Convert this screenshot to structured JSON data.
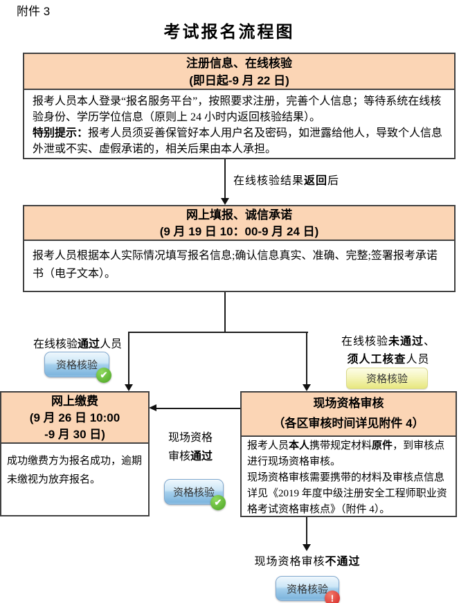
{
  "page": {
    "attachment_label": "附件 3",
    "title": "考试报名流程图"
  },
  "colors": {
    "box_header_bg": "#fbd5b5",
    "box_border": "#404040",
    "line": "#1a1a1a",
    "badge_blue": "#7fb6de",
    "badge_yellow": "#e7e77e",
    "check_green": "#49a322",
    "alert_red": "#d42020"
  },
  "icons": {
    "check": "✔",
    "alert": "!"
  },
  "box_register": {
    "title_line1": "注册信息、在线核验",
    "title_line2": "(即日起-9 月 22 日)",
    "para1": "报考人员本人登录“报名服务平台”，按照要求注册，完善个人信息；等待系统在线核验身份、学历学位信息（原则上 24 小时内返回核验结果）。",
    "para2_lead": "特别提示：",
    "para2_rest": "报考人员须妥善保管好本人用户名及密码，如泄露给他人，导致个人信息外泄或不实、虚假承诺的，相关后果由本人承担。"
  },
  "arrow_register": {
    "runs": [
      "在线核验结果",
      "返回",
      "后"
    ]
  },
  "box_fill": {
    "title_line1": "网上填报、诚信承诺",
    "title_line2": "(9 月 19 日 10：00-9 月 24 日)",
    "para1": "报考人员根据本人实际情况填写报名信息;确认信息真实、准确、完整;签署报考承诺书（电子文本）。"
  },
  "branch_pass": {
    "runs": [
      "在线核验",
      "通过",
      "人员"
    ],
    "badge_label": "资格核验"
  },
  "branch_manual": {
    "line1_runs": [
      "在线核验",
      "未通过",
      "、"
    ],
    "line2_runs": [
      "须人工核查",
      "人员"
    ],
    "badge_label": "资格核验"
  },
  "box_payment": {
    "title_line1": "网上缴费",
    "title_line2": "(9 月 26 日 10:00",
    "title_line3": "-9 月 30 日)",
    "para1": "成功缴费方为报名成功，逾期未缴视为放弃报名。"
  },
  "onsite_pass": {
    "line1": "现场资格",
    "line2_runs": [
      "审核",
      "通过"
    ],
    "badge_label": "资格核验"
  },
  "box_onsite": {
    "title_line1": "现场资格审核",
    "title_line2": "（各区审核时间详见附件 4）",
    "para1_runs": [
      "报考人员",
      "本人",
      "携带规定材料",
      "原件",
      "，到审核点进行现场资格审核。"
    ],
    "para2": "现场资格审核需要携带的材料及审核点信息详见《2019 年度中级注册安全工程师职业资格考试资格审核点》（附件 4）。"
  },
  "onsite_fail": {
    "runs": [
      "现场资格审核",
      "不通过"
    ],
    "badge_label": "资格核验"
  }
}
